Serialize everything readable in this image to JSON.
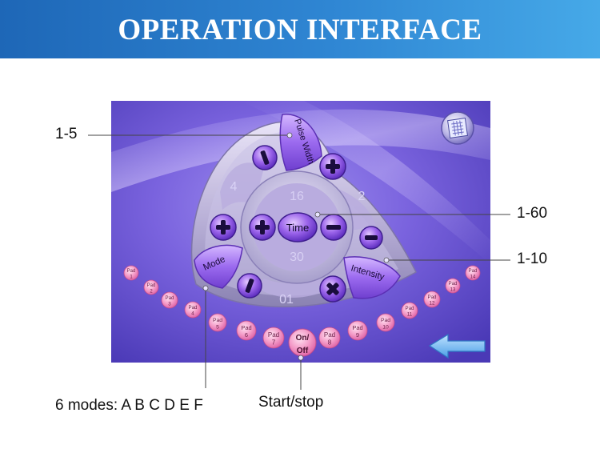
{
  "header": {
    "title": "OPERATION INTERFACE"
  },
  "panel": {
    "pulse_width_label": "Pulse Width",
    "mode_label": "Mode",
    "intensity_label": "Intensity",
    "time_label": "Time",
    "pulse_width_value": "4",
    "intensity_value": "2",
    "time_value": "16",
    "time_minutes": "30",
    "mode_value": "01",
    "pads": [
      {
        "word": "Pad",
        "num": "1"
      },
      {
        "word": "Pad",
        "num": "2"
      },
      {
        "word": "Pad",
        "num": "3"
      },
      {
        "word": "Pad",
        "num": "4"
      },
      {
        "word": "Pad",
        "num": "5"
      },
      {
        "word": "Pad",
        "num": "6"
      },
      {
        "word": "Pad",
        "num": "7"
      },
      {
        "word": "Pad",
        "num": "8"
      },
      {
        "word": "Pad",
        "num": "9"
      },
      {
        "word": "Pad",
        "num": "10"
      },
      {
        "word": "Pad",
        "num": "11"
      },
      {
        "word": "Pad",
        "num": "12"
      },
      {
        "word": "Pad",
        "num": "13"
      },
      {
        "word": "Pad",
        "num": "14"
      }
    ],
    "onoff": {
      "on": "On/",
      "off": "Off"
    }
  },
  "callouts": {
    "pulse_width_range": "1-5",
    "time_range": "1-60",
    "intensity_range": "1-10",
    "modes": "6 modes: A B C D E F",
    "start_stop": "Start/stop"
  },
  "colors": {
    "header_start": "#1e67b7",
    "header_end": "#46a9e8",
    "screen_bg": "#6b56d6",
    "button_purple": "#8a5fe6",
    "pad_pink": "#f08fc0",
    "arrow_blue": "#6fb6ee"
  },
  "icons": {
    "settings": "grid-doc-icon",
    "back": "left-arrow-icon"
  }
}
